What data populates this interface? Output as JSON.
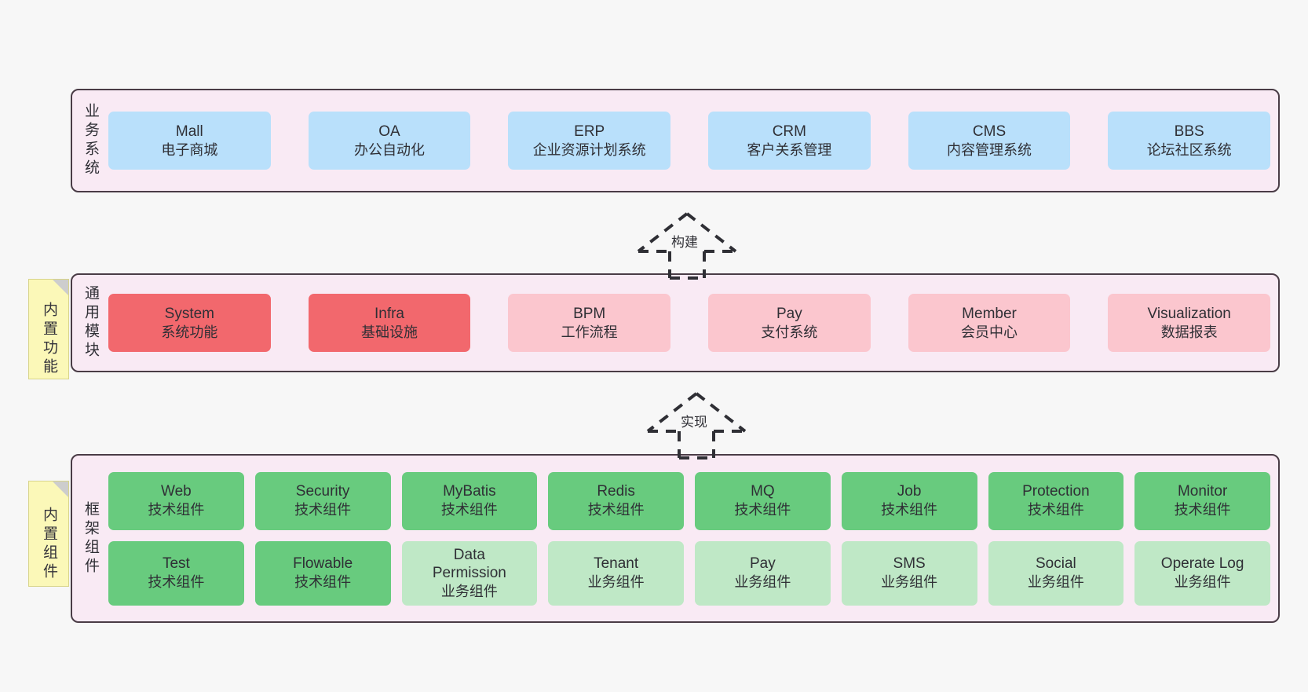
{
  "diagram": {
    "notes": [
      {
        "text": "内置功能",
        "name": "builtin-function-note"
      },
      {
        "text": "内置组件",
        "name": "builtin-component-note"
      }
    ],
    "layers": [
      {
        "id": "business-systems",
        "title": "业务系统",
        "cards": [
          {
            "title": "Mall",
            "subtitle": "电子商城",
            "color": "#b9e0fb"
          },
          {
            "title": "OA",
            "subtitle": "办公自动化",
            "color": "#b9e0fb"
          },
          {
            "title": "ERP",
            "subtitle": "企业资源计划系统",
            "color": "#b9e0fb"
          },
          {
            "title": "CRM",
            "subtitle": "客户关系管理",
            "color": "#b9e0fb"
          },
          {
            "title": "CMS",
            "subtitle": "内容管理系统",
            "color": "#b9e0fb"
          },
          {
            "title": "BBS",
            "subtitle": "论坛社区系统",
            "color": "#b9e0fb"
          }
        ]
      },
      {
        "id": "common-modules",
        "title": "通用模块",
        "cards": [
          {
            "title": "System",
            "subtitle": "系统功能",
            "color": "#f2686d"
          },
          {
            "title": "Infra",
            "subtitle": "基础设施",
            "color": "#f2686d"
          },
          {
            "title": "BPM",
            "subtitle": "工作流程",
            "color": "#fbc6ce"
          },
          {
            "title": "Pay",
            "subtitle": "支付系统",
            "color": "#fbc6ce"
          },
          {
            "title": "Member",
            "subtitle": "会员中心",
            "color": "#fbc6ce"
          },
          {
            "title": "Visualization",
            "subtitle": "数据报表",
            "color": "#fbc6ce"
          }
        ]
      },
      {
        "id": "framework-components",
        "title": "框架组件",
        "rows": [
          [
            {
              "title": "Web",
              "subtitle": "技术组件",
              "color": "#68cb7e"
            },
            {
              "title": "Security",
              "subtitle": "技术组件",
              "color": "#68cb7e"
            },
            {
              "title": "MyBatis",
              "subtitle": "技术组件",
              "color": "#68cb7e"
            },
            {
              "title": "Redis",
              "subtitle": "技术组件",
              "color": "#68cb7e"
            },
            {
              "title": "MQ",
              "subtitle": "技术组件",
              "color": "#68cb7e"
            },
            {
              "title": "Job",
              "subtitle": "技术组件",
              "color": "#68cb7e"
            },
            {
              "title": "Protection",
              "subtitle": "技术组件",
              "color": "#68cb7e"
            },
            {
              "title": "Monitor",
              "subtitle": "技术组件",
              "color": "#68cb7e"
            }
          ],
          [
            {
              "title": "Test",
              "subtitle": "技术组件",
              "color": "#68cb7e"
            },
            {
              "title": "Flowable",
              "subtitle": "技术组件",
              "color": "#68cb7e"
            },
            {
              "title": "Data Permission",
              "subtitle": "业务组件",
              "color": "#bfe8c6"
            },
            {
              "title": "Tenant",
              "subtitle": "业务组件",
              "color": "#bfe8c6"
            },
            {
              "title": "Pay",
              "subtitle": "业务组件",
              "color": "#bfe8c6"
            },
            {
              "title": "SMS",
              "subtitle": "业务组件",
              "color": "#bfe8c6"
            },
            {
              "title": "Social",
              "subtitle": "业务组件",
              "color": "#bfe8c6"
            },
            {
              "title": "Operate Log",
              "subtitle": "业务组件",
              "color": "#bfe8c6"
            }
          ]
        ]
      }
    ],
    "connectors": [
      {
        "label": "构建",
        "name": "build-connector"
      },
      {
        "label": "实现",
        "name": "implement-connector"
      }
    ]
  }
}
